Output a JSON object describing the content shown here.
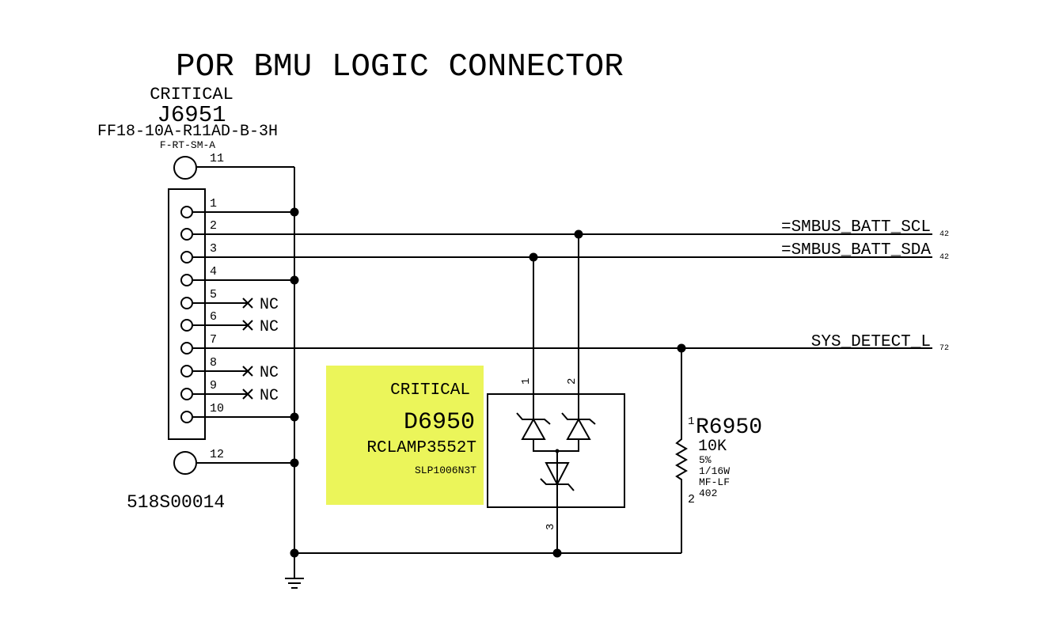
{
  "title": "POR BMU LOGIC CONNECTOR",
  "connector": {
    "critical": "CRITICAL",
    "refdes": "J6951",
    "part": "FF18-10A-R11AD-B-3H",
    "footprint": "F-RT-SM-A",
    "pn": "518S00014",
    "pins": [
      "1",
      "2",
      "3",
      "4",
      "5",
      "6",
      "7",
      "8",
      "9",
      "10",
      "11",
      "12"
    ],
    "nc": "NC"
  },
  "nets": {
    "scl": {
      "name": "=SMBUS_BATT_SCL",
      "page": "42"
    },
    "sda": {
      "name": "=SMBUS_BATT_SDA",
      "page": "42"
    },
    "detect": {
      "name": "SYS_DETECT_L",
      "page": "72"
    }
  },
  "diode": {
    "critical": "CRITICAL",
    "refdes": "D6950",
    "part": "RCLAMP3552T",
    "package": "SLP1006N3T",
    "pins": [
      "1",
      "2",
      "3"
    ],
    "highlight_color": "#ebf55a"
  },
  "resistor": {
    "refdes": "R6950",
    "value": "10K",
    "tolerance": "5%",
    "power": "1/16W",
    "type": "MF-LF",
    "size": "402",
    "pin1": "1",
    "pin2": "2"
  }
}
